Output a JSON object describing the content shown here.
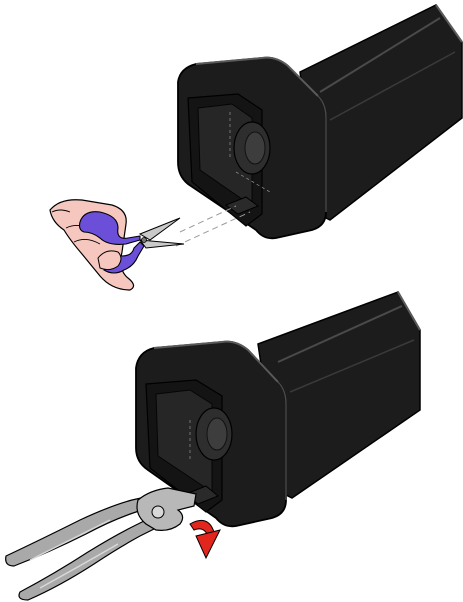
{
  "figure": {
    "steps": [
      {
        "id": "step-1",
        "tool": "scissors",
        "action": "cut-tab",
        "parts": [
          "housing",
          "hand",
          "scissors",
          "guide-lines"
        ]
      },
      {
        "id": "step-2",
        "tool": "pliers",
        "action": "bend-tab-down",
        "parts": [
          "housing",
          "pliers",
          "rotation-arrow"
        ]
      }
    ],
    "colors": {
      "housing": "#1c1c1c",
      "housing_highlight": "#5a5a5a",
      "outline": "#000000",
      "skin": "#f6c7bf",
      "scissor_handle": "#6b4fd9",
      "metal": "#c9c9c9",
      "pliers": "#a9a9a9",
      "arrow": "#e3261d",
      "guide": "#9a9a9a"
    }
  }
}
